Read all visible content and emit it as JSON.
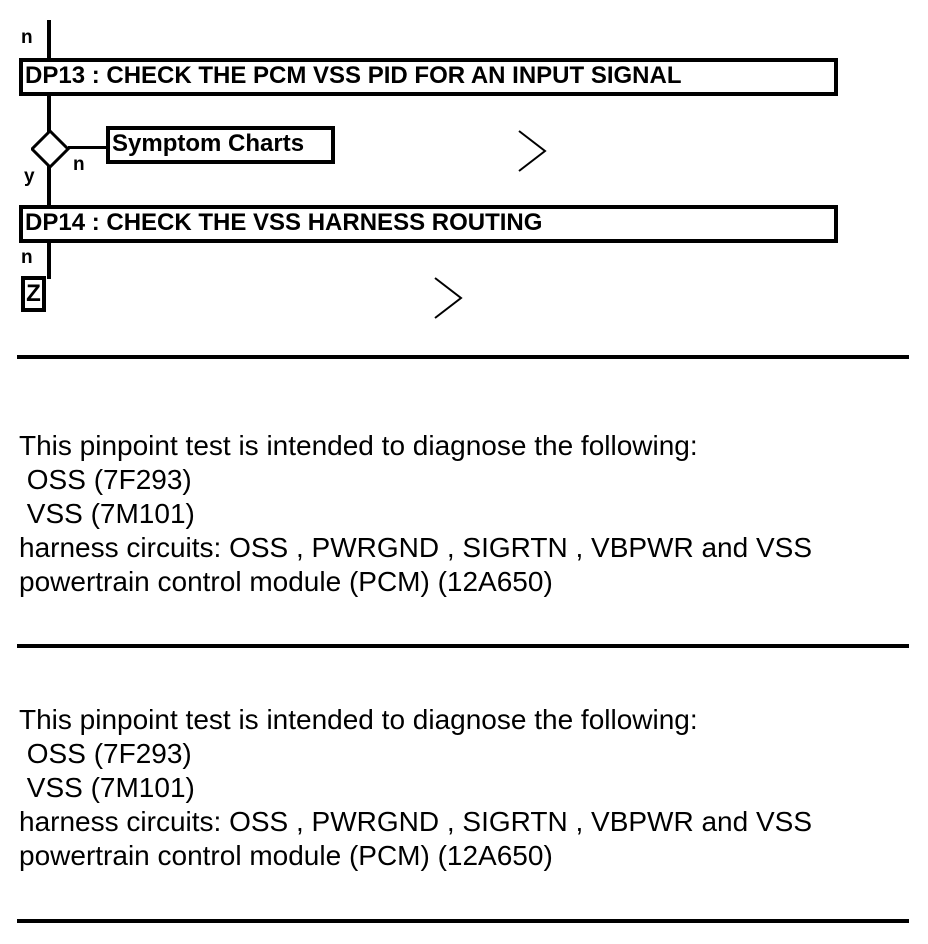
{
  "flow": {
    "dp13_entry_label": "n",
    "dp13_title": "DP13 : CHECK THE PCM VSS PID FOR AN INPUT SIGNAL",
    "decision_no_label": "n",
    "decision_yes_label": "y",
    "symptom_charts_label": "Symptom Charts",
    "dp14_title": "DP14 : CHECK THE VSS HARNESS ROUTING",
    "dp14_exit_label": "n",
    "connector_label": "Z"
  },
  "blocks": [
    {
      "intro": "This pinpoint test is intended to diagnose the following:",
      "item1": " OSS (7F293)",
      "item2": " VSS (7M101)",
      "item3": "harness circuits: OSS , PWRGND , SIGRTN , VBPWR and VSS",
      "item4": "powertrain control module (PCM) (12A650)"
    },
    {
      "intro": "This pinpoint test is intended to diagnose the following:",
      "item1": " OSS (7F293)",
      "item2": " VSS (7M101)",
      "item3": "harness circuits: OSS , PWRGND , SIGRTN , VBPWR and VSS",
      "item4": "powertrain control module (PCM) (12A650)"
    }
  ]
}
